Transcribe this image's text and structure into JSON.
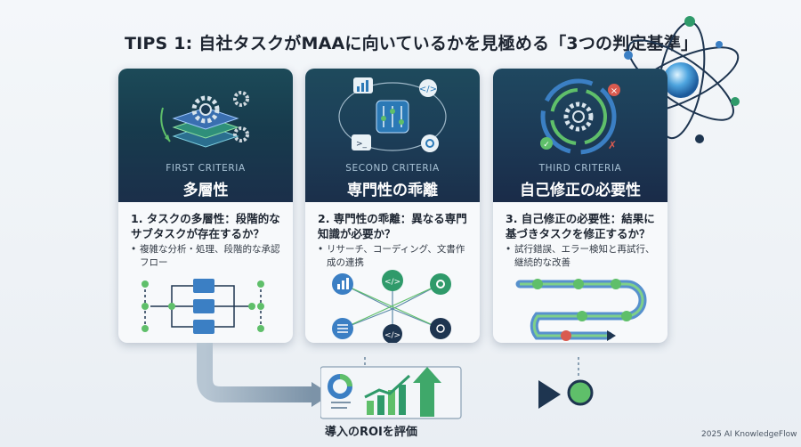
{
  "title": "TIPS 1: 自社タスクがMAAに向いているかを見極める「3つの判定基準」",
  "cards": [
    {
      "criteria": "FIRST CRITERIA",
      "keyword": "多層性",
      "question": "1. タスクの多層性：段階的なサブタスクが存在するか？",
      "bullet": "複雑な分析・処理、段階的な承認フロー"
    },
    {
      "criteria": "SECOND CRITERIA",
      "keyword": "専門性の乖離",
      "question": "2. 専門性の乖離：異なる専門知識が必要か？",
      "bullet": "リサーチ、コーディング、文書作成の連携"
    },
    {
      "criteria": "THIRD CRITERIA",
      "keyword": "自己修正の必要性",
      "question": "3. 自己修正の必要性：結果に基づきタスクを修正するか？",
      "bullet": "試行錯誤、エラー検知と再試行、継続的な改善"
    }
  ],
  "bullet_marker": "•",
  "roi_label": "導入のROIを評価",
  "footer": "2025 AI KnowledgeFlow",
  "colors": {
    "card_header": "#1b3a52",
    "accent_green": "#5fbf6a",
    "accent_blue": "#3b7fc4",
    "arrow_gray": "#7c93a8",
    "arrow_navy": "#1e3550"
  },
  "icons": [
    "gear-stack-icon",
    "network-hub-icon",
    "cycle-check-icon",
    "atom-icon",
    "roi-chart-icon"
  ]
}
